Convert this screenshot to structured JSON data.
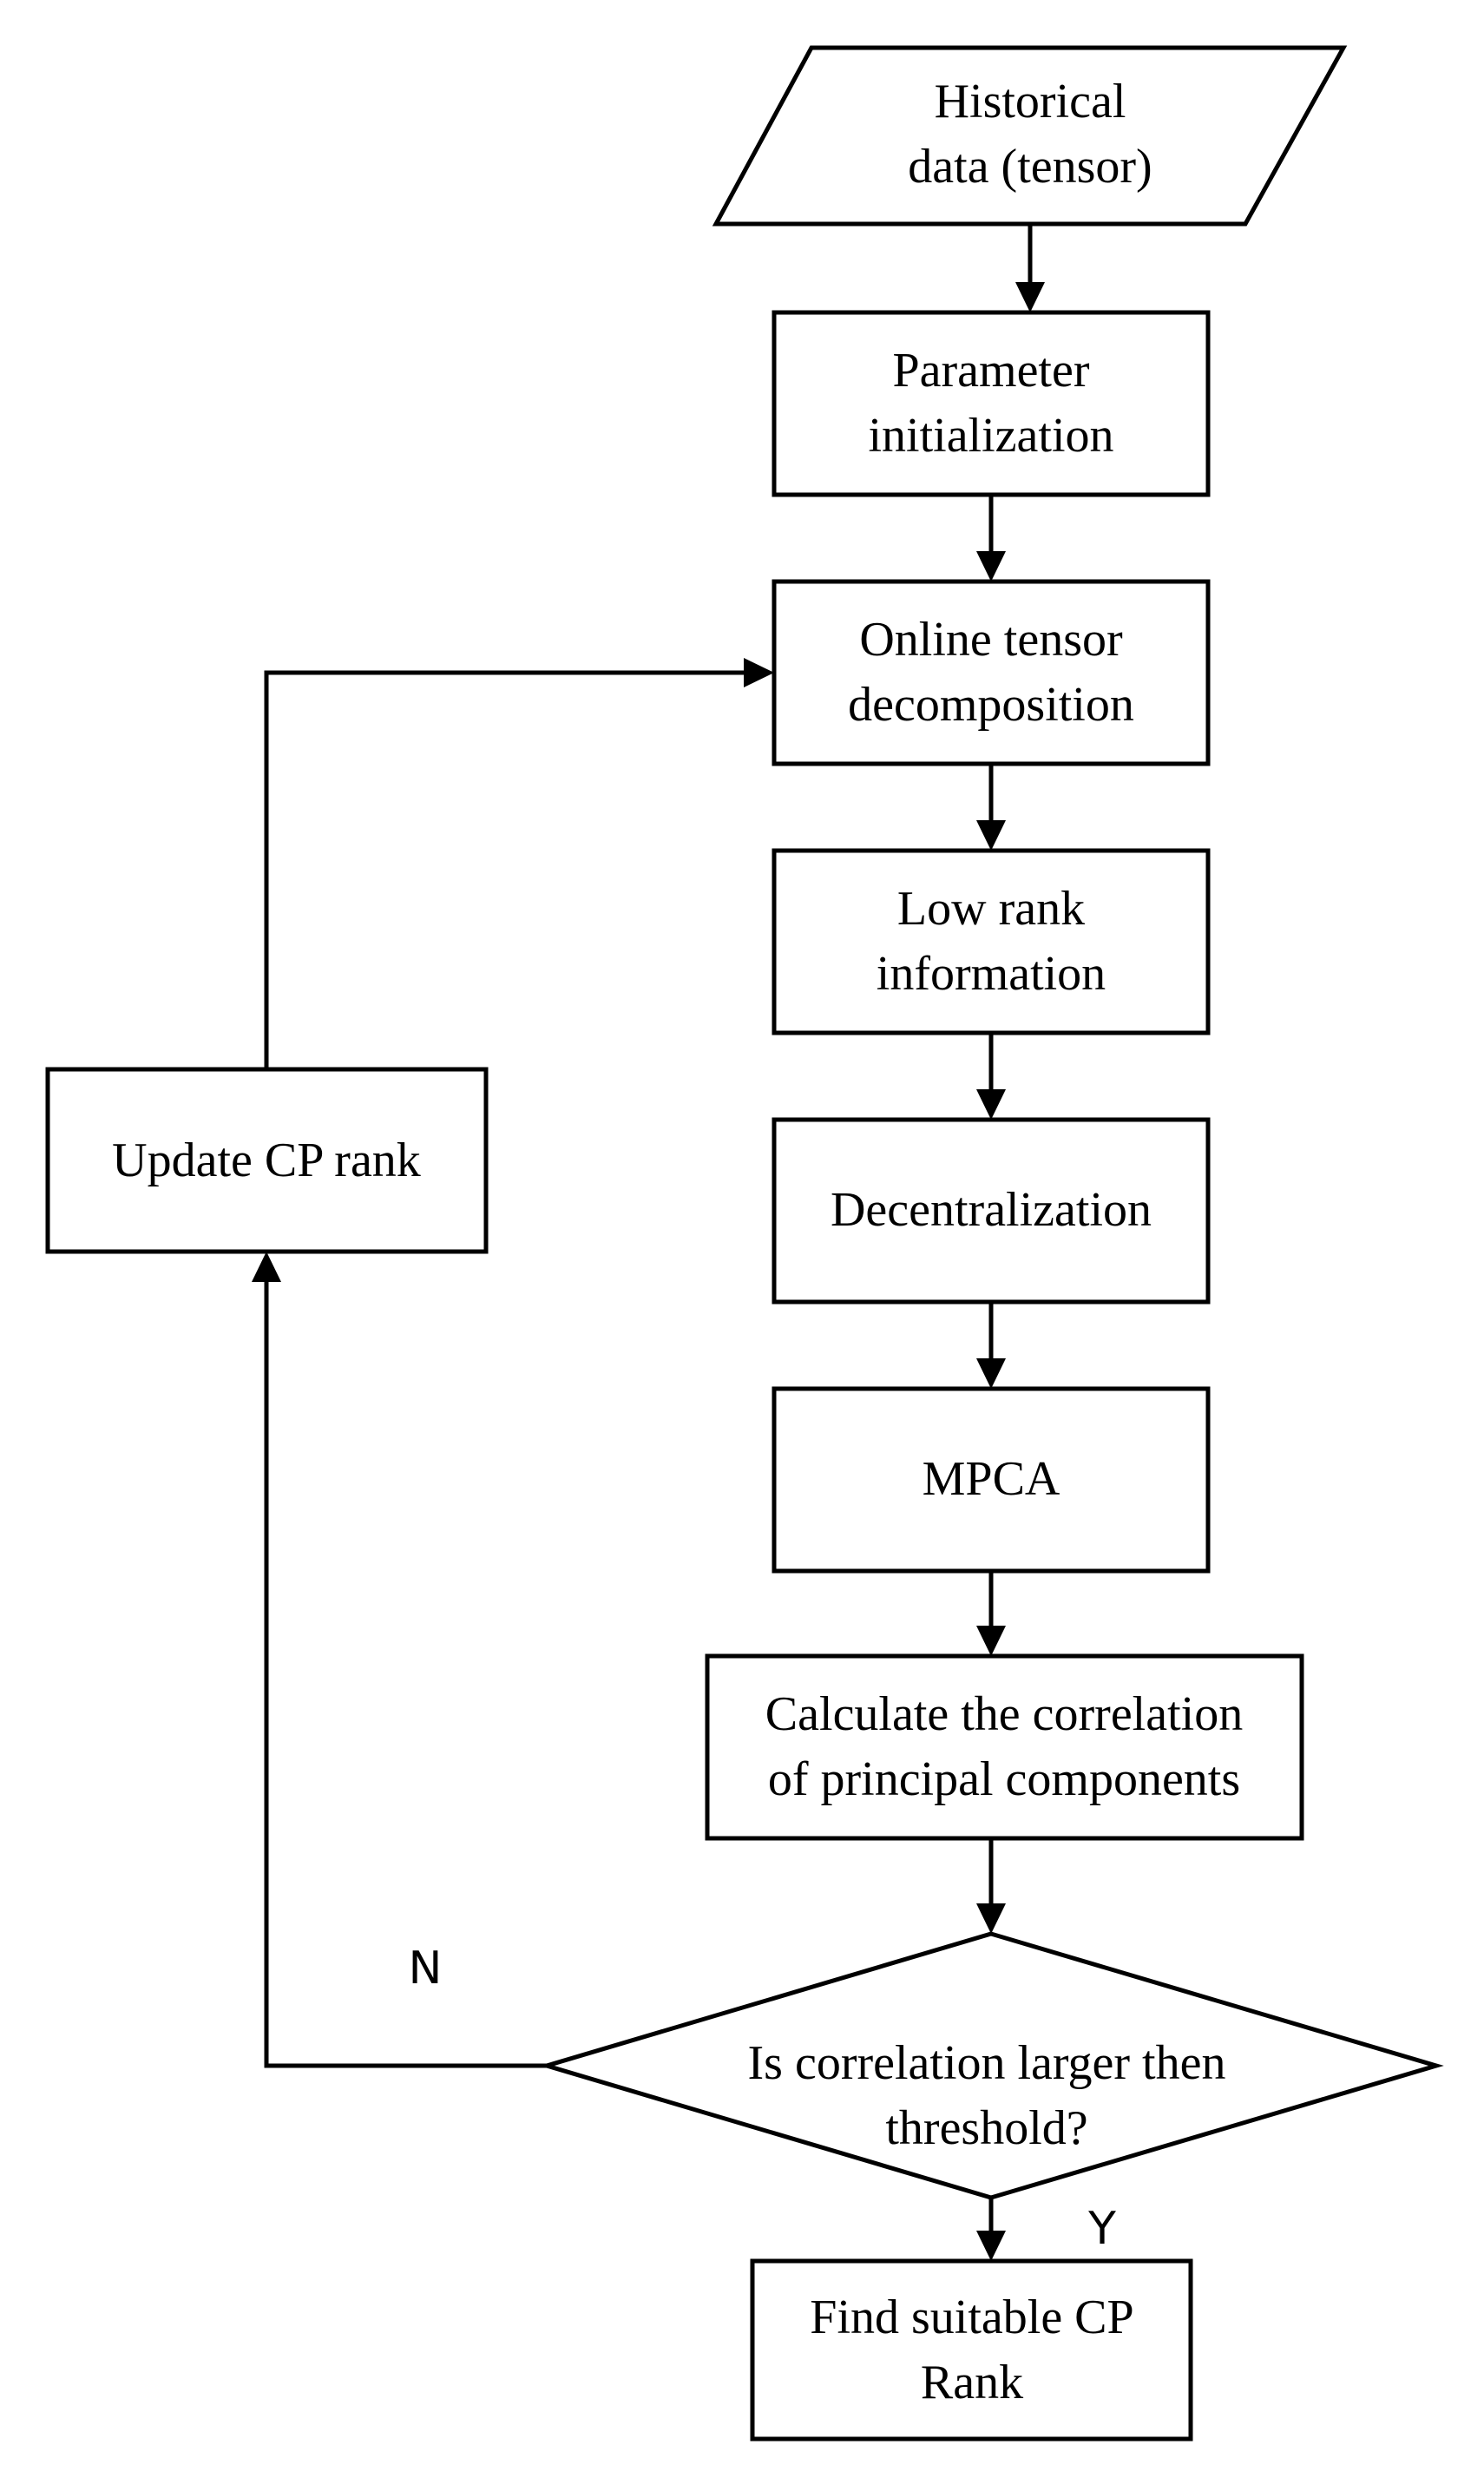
{
  "nodes": {
    "historical_data": {
      "lines": [
        "Historical",
        "data (tensor)"
      ]
    },
    "parameter_init": {
      "lines": [
        "Parameter",
        "initialization"
      ]
    },
    "online_tensor": {
      "lines": [
        "Online tensor",
        "decomposition"
      ]
    },
    "low_rank": {
      "lines": [
        "Low rank",
        "information"
      ]
    },
    "decentralization": {
      "lines": [
        "Decentralization"
      ]
    },
    "mpca": {
      "lines": [
        "MPCA"
      ]
    },
    "calculate_correlation": {
      "lines": [
        "Calculate the correlation",
        "of principal components"
      ]
    },
    "decision": {
      "lines": [
        "Is correlation larger then",
        "threshold?"
      ]
    },
    "find_rank": {
      "lines": [
        "Find suitable CP",
        "Rank"
      ]
    },
    "update_rank": {
      "lines": [
        "Update CP rank"
      ]
    }
  },
  "branches": {
    "no_label": "N",
    "yes_label": "Y"
  }
}
